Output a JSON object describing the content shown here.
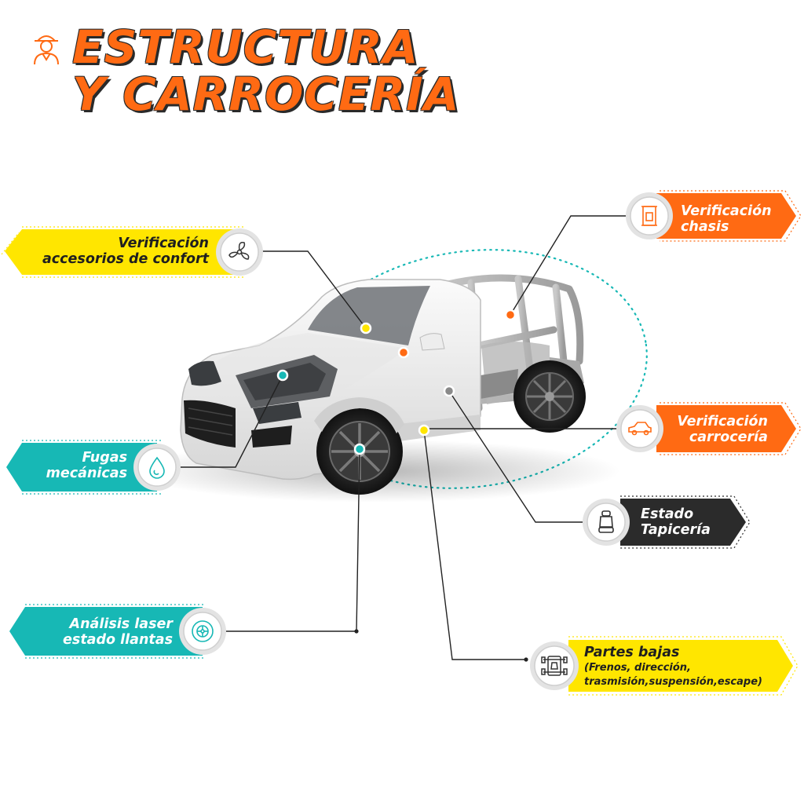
{
  "header": {
    "title_line1": "ESTRUCTURA",
    "title_line2": "Y CARROCERÍA",
    "icon": "mechanic-icon"
  },
  "colors": {
    "orange": "#ff6a13",
    "yellow": "#ffe600",
    "teal": "#17b8b5",
    "dark": "#2b2b2b",
    "white": "#ffffff"
  },
  "callouts": {
    "confort": {
      "line1": "Verificación",
      "line2": "accesorios de confort",
      "icon": "fan-icon"
    },
    "chasis": {
      "line1": "Verificación",
      "line2": "chasis",
      "icon": "chassis-column-icon"
    },
    "fugas": {
      "line1": "Fugas",
      "line2": "mecánicas",
      "icon": "drop-icon"
    },
    "carroceria": {
      "line1": "Verificación",
      "line2": "carrocería",
      "icon": "car-body-icon"
    },
    "tapiceria": {
      "line1": "Estado",
      "line2": "Tapicería",
      "icon": "seat-icon"
    },
    "llantas": {
      "line1": "Análisis laser",
      "line2": "estado llantas",
      "icon": "tire-icon"
    },
    "partes": {
      "line1": "Partes bajas",
      "line2": "(Frenos, dirección,",
      "line3": "trasmisión,suspensión,escape)",
      "icon": "undercarriage-icon"
    }
  }
}
